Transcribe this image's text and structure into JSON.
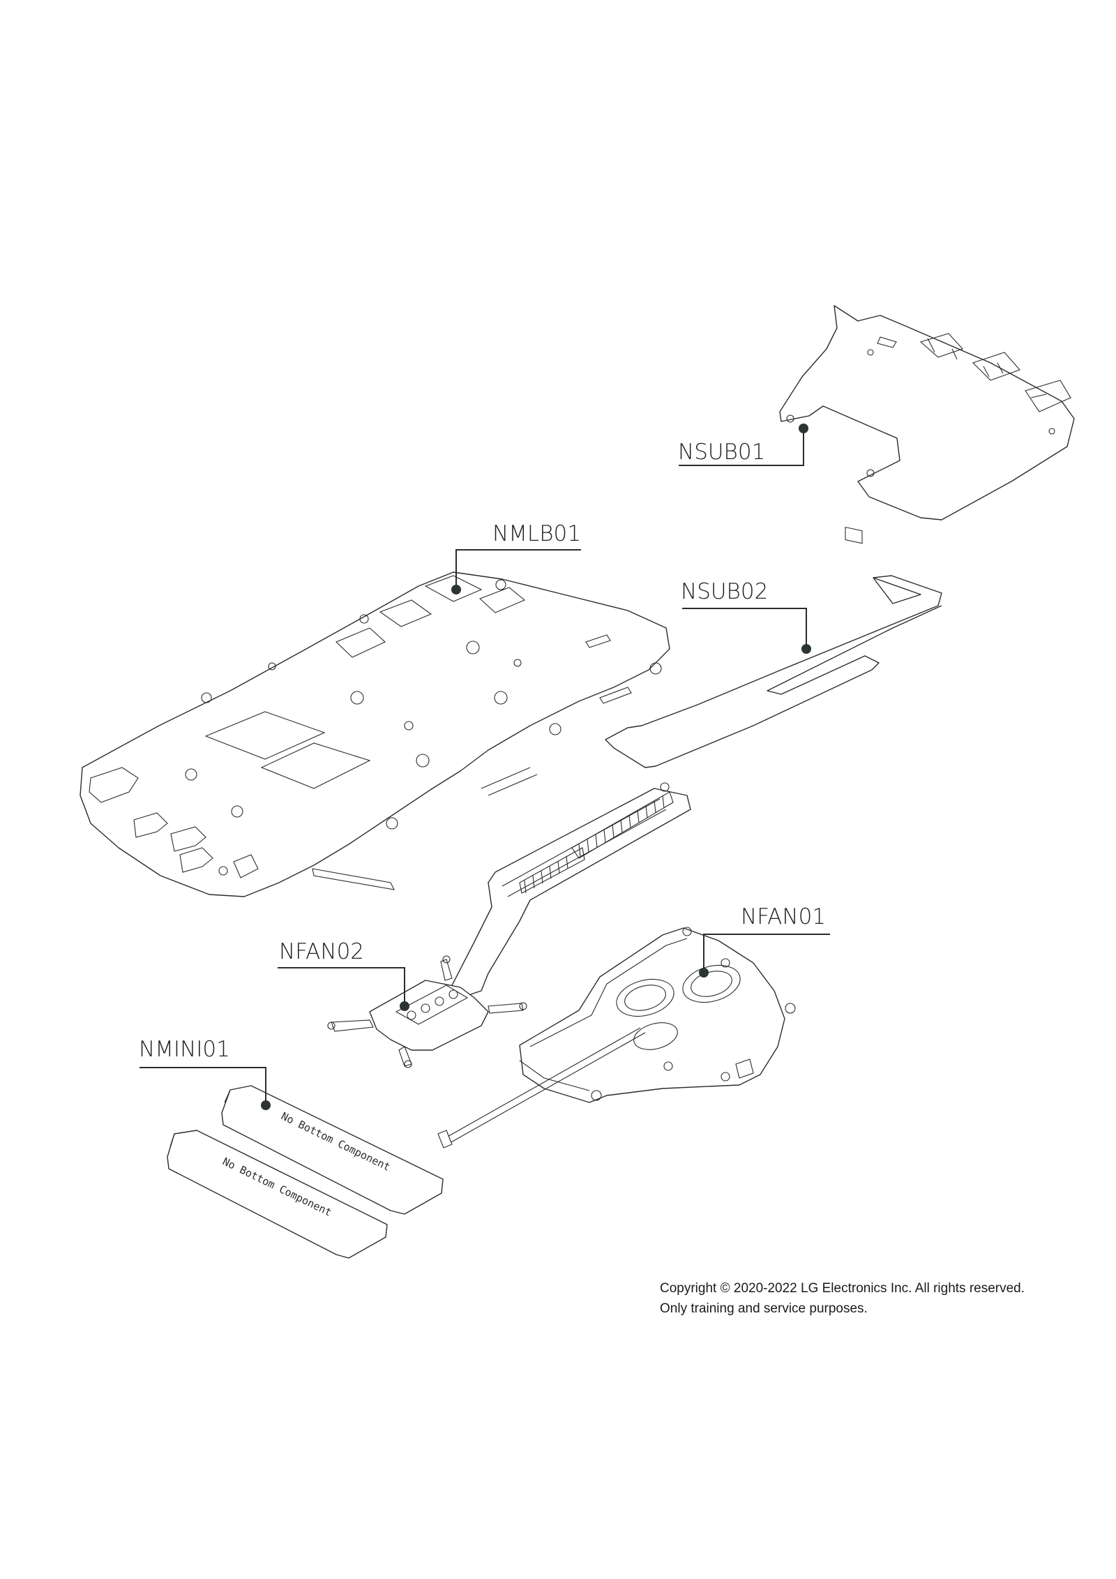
{
  "callouts": {
    "nsub01": "NSUB01",
    "nmlb01": "NMLB01",
    "nsub02": "NSUB02",
    "nfan01": "NFAN01",
    "nfan02": "NFAN02",
    "nmini01": "NMINI01"
  },
  "module_labels": {
    "top": "No Bottom Component",
    "bottom": "No Bottom Component"
  },
  "footer": {
    "copyright": "Copyright © 2020-2022 LG Electronics Inc. All rights reserved.",
    "purpose": "Only training and service purposes."
  },
  "colors": {
    "line": "#2b2b2b",
    "callout_dot": "#2d3531",
    "background": "#ffffff"
  }
}
